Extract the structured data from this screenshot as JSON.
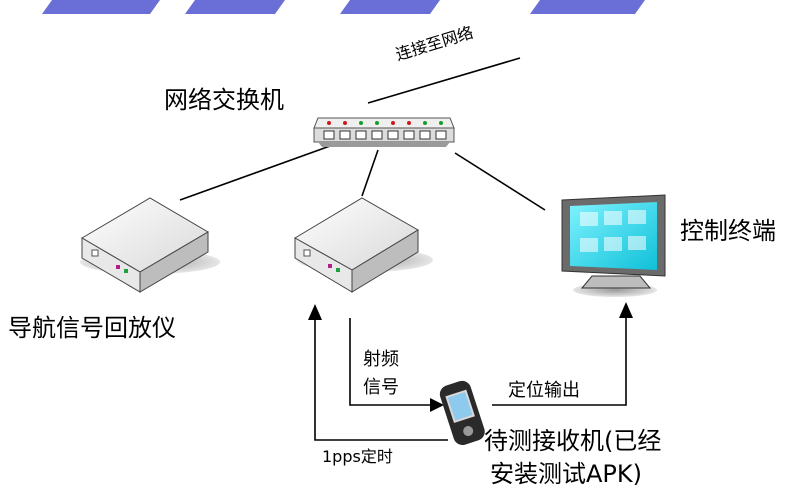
{
  "labels": {
    "switch": "网络交换机",
    "network_link": "连接至网络",
    "control_terminal": "控制终端",
    "navigation_player": "导航信号回放仪",
    "rf_signal_line1": "射频",
    "rf_signal_line2": "信号",
    "positioning_output": "定位输出",
    "pps_timing": "1pps定时",
    "receiver_line1": "待测接收机(已经",
    "receiver_line2": "安装测试APK)"
  },
  "colors": {
    "banner": "#6a6fd8",
    "screen": "#19d4e6",
    "line": "#000000"
  },
  "icons": {
    "switch": "network-switch-icon",
    "player": "signal-player-icon",
    "generator": "signal-generator-icon",
    "terminal": "monitor-icon",
    "receiver": "handheld-receiver-icon"
  }
}
